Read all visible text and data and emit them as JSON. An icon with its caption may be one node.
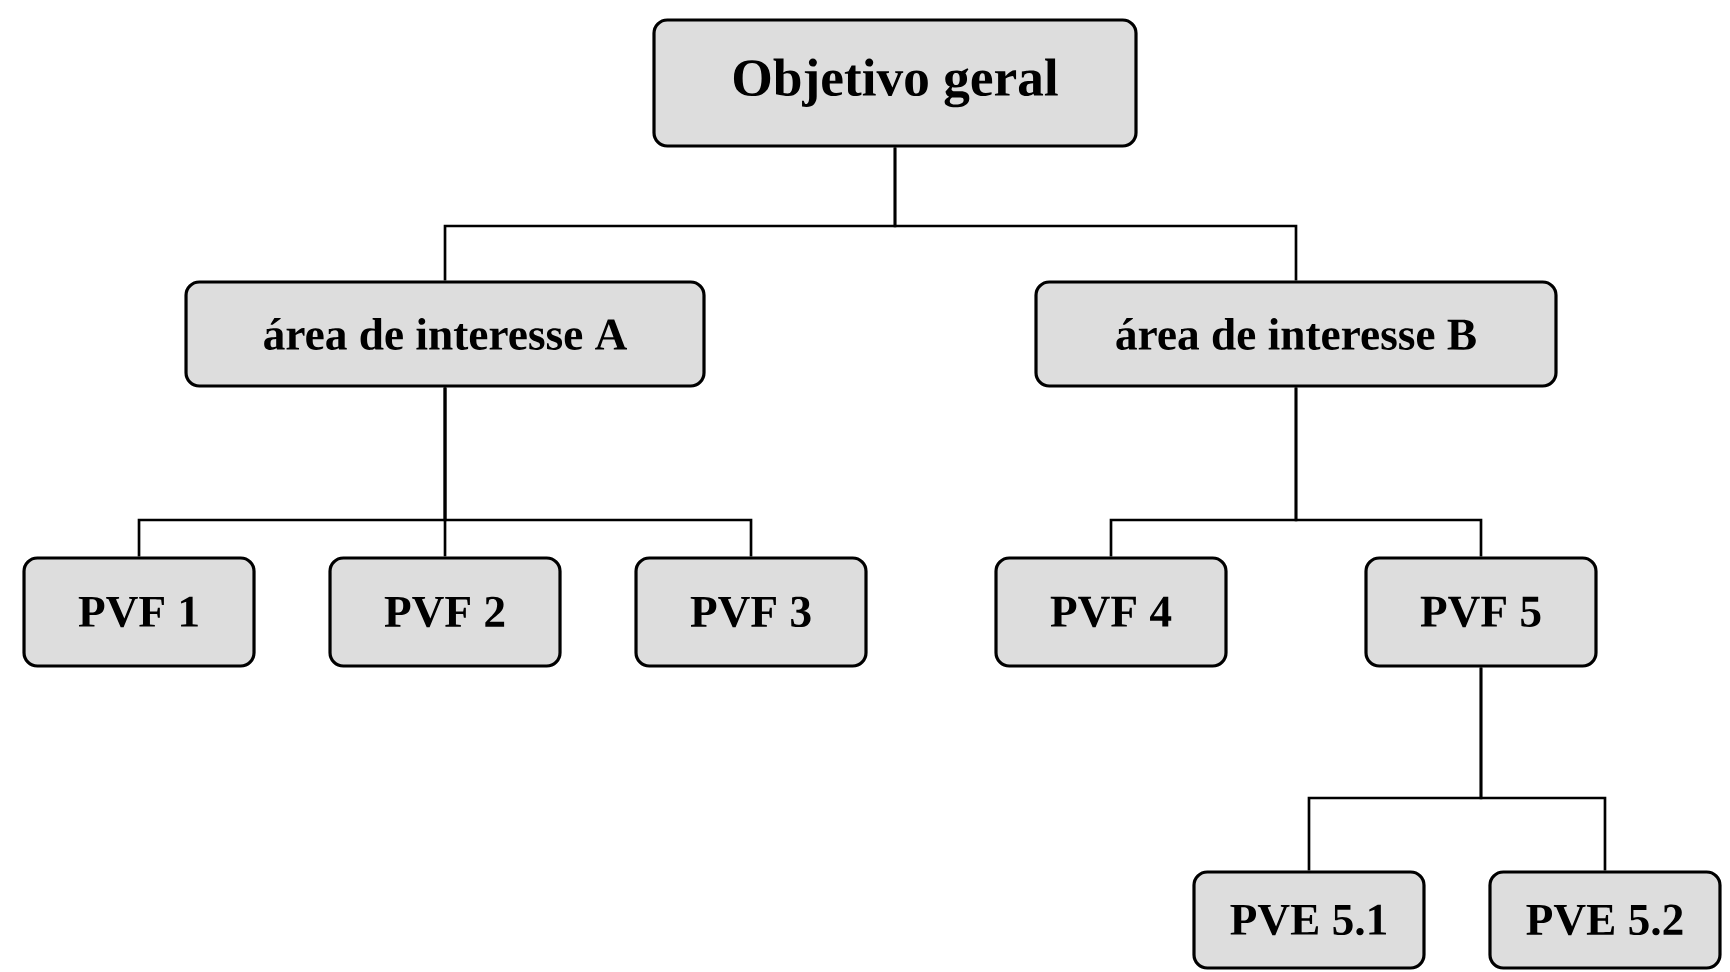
{
  "diagram": {
    "nodes": [
      {
        "text": [
          "Objetivo geral"
        ]
      },
      {
        "text": [
          "área de interesse A"
        ]
      },
      {
        "text": [
          "área de interesse B"
        ]
      },
      {
        "text": [
          "PVF 1"
        ]
      },
      {
        "text": [
          "PVF 2"
        ]
      },
      {
        "text": [
          "PVF 3"
        ]
      },
      {
        "text": [
          "PVF 4"
        ]
      },
      {
        "text": [
          "PVF 5"
        ]
      },
      {
        "text": [
          "PVE 5.1"
        ]
      },
      {
        "text": [
          "PVE 5.2"
        ]
      }
    ],
    "edges": [
      {
        "from": 0,
        "to": 1,
        "arrow": "none"
      },
      {
        "from": 0,
        "to": 2,
        "arrow": "none"
      },
      {
        "from": 1,
        "to": 3,
        "arrow": "none"
      },
      {
        "from": 1,
        "to": 4,
        "arrow": "none"
      },
      {
        "from": 1,
        "to": 5,
        "arrow": "none"
      },
      {
        "from": 2,
        "to": 6,
        "arrow": "none"
      },
      {
        "from": 2,
        "to": 7,
        "arrow": "none"
      },
      {
        "from": 7,
        "to": 8,
        "arrow": "none"
      },
      {
        "from": 7,
        "to": 9,
        "arrow": "none"
      }
    ]
  }
}
